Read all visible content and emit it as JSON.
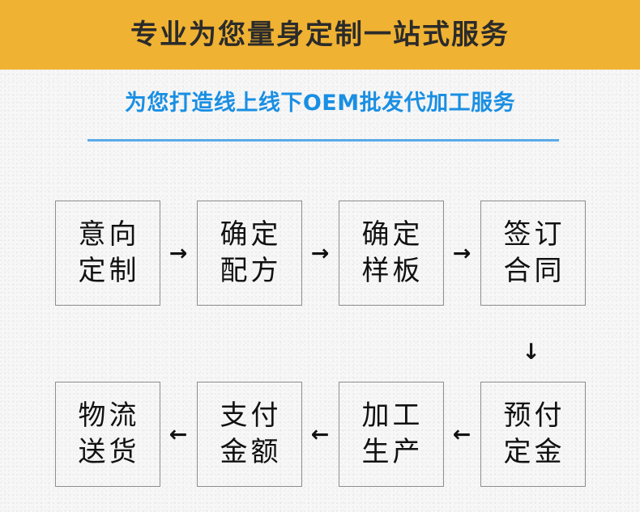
{
  "banner": {
    "title": "专业为您量身定制一站式服务",
    "background_color": "#f0b232",
    "text_color": "#2b2b2b"
  },
  "subtitle": {
    "text": "为您打造线上线下OEM批发代加工服务",
    "color": "#1a8fe3",
    "rule_color": "#5aaae8"
  },
  "flow": {
    "row1": {
      "nodes": [
        {
          "line1": "意向",
          "line2": "定制"
        },
        {
          "line1": "确定",
          "line2": "配方"
        },
        {
          "line1": "确定",
          "line2": "样板"
        },
        {
          "line1": "签订",
          "line2": "合同"
        }
      ],
      "connectors": [
        "→",
        "→",
        "→"
      ]
    },
    "vertical_connector": "↓",
    "row2": {
      "nodes": [
        {
          "line1": "物流",
          "line2": "送货"
        },
        {
          "line1": "支付",
          "line2": "金额"
        },
        {
          "line1": "加工",
          "line2": "生产"
        },
        {
          "line1": "预付",
          "line2": "定金"
        }
      ],
      "connectors": [
        "←",
        "←",
        "←"
      ]
    }
  }
}
